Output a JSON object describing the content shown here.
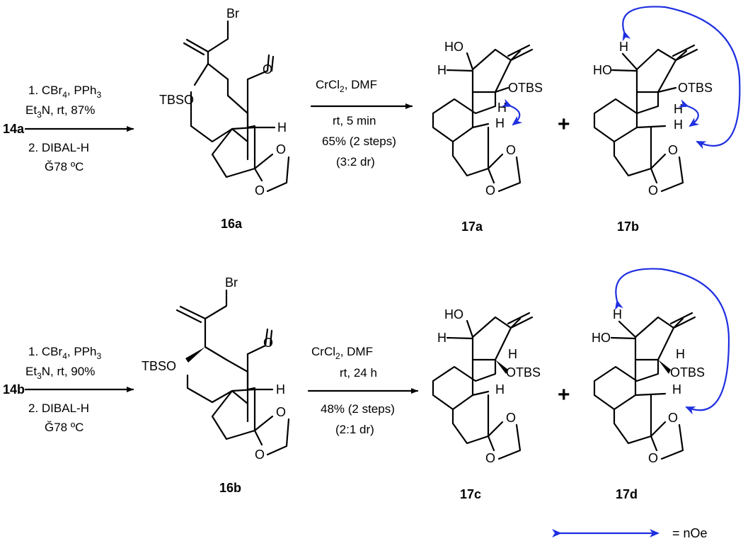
{
  "colors": {
    "noe_arrow": "#1f2fe0",
    "ink": "#000000"
  },
  "row1": {
    "start": "14a",
    "step1": {
      "line1_prefix": "1. CBr",
      "line1_sub1": "4",
      "line1_mid": ", PPh",
      "line1_sub2": "3",
      "line2_prefix": "Et",
      "line2_sub": "3",
      "line2_rest": "N, rt, 87%",
      "line3": "2. DIBAL-H",
      "line4": "Ğ78 ºC"
    },
    "intermediate": {
      "label": "16a",
      "atoms": {
        "br": "Br",
        "tbso": "TBSO",
        "h": "H",
        "o_ald": "O",
        "o1": "O",
        "o2": "O"
      }
    },
    "step2": {
      "line1_prefix": "CrCl",
      "line1_sub": "2",
      "line1_rest": ", DMF",
      "line2": "rt, 5 min",
      "line3": "65% (2 steps)",
      "line4": "(3:2 dr)"
    },
    "product1": {
      "label": "17a",
      "atoms": {
        "ho": "HO",
        "h1": "H",
        "otbs": "OTBS",
        "h2": "H",
        "h3": "H",
        "o1": "O",
        "o2": "O"
      }
    },
    "plus": "+",
    "product2": {
      "label": "17b",
      "atoms": {
        "h_top": "H",
        "ho": "HO",
        "otbs": "OTBS",
        "h2": "H",
        "h3": "H",
        "o1": "O",
        "o2": "O"
      }
    }
  },
  "row2": {
    "start": "14b",
    "step1": {
      "line1_prefix": "1. CBr",
      "line1_sub1": "4",
      "line1_mid": ", PPh",
      "line1_sub2": "3",
      "line2_prefix": "Et",
      "line2_sub": "3",
      "line2_rest": "N, rt, 90%",
      "line3": "2. DIBAL-H",
      "line4": "Ğ78 ºC"
    },
    "intermediate": {
      "label": "16b",
      "atoms": {
        "br": "Br",
        "tbso": "TBSO",
        "h": "H",
        "o_ald": "O",
        "o1": "O",
        "o2": "O"
      }
    },
    "step2": {
      "line1_prefix": "CrCl",
      "line1_sub": "2",
      "line1_rest": ", DMF",
      "line2": "rt, 24 h",
      "line3": "48% (2 steps)",
      "line4": "(2:1 dr)"
    },
    "product1": {
      "label": "17c",
      "atoms": {
        "ho": "HO",
        "h1": "H",
        "h2": "H",
        "otbs": "OTBS",
        "h3": "H",
        "o1": "O",
        "o2": "O"
      }
    },
    "plus": "+",
    "product2": {
      "label": "17d",
      "atoms": {
        "h_top": "H",
        "ho": "HO",
        "h2": "H",
        "otbs": "OTBS",
        "h3": "H",
        "o1": "O",
        "o2": "O"
      }
    }
  },
  "legend": {
    "text": "=  nOe"
  }
}
